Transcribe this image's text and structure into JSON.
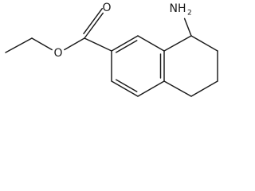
{
  "molecule": {
    "atoms": {
      "oxygen_carbonyl": {
        "symbol": "O"
      },
      "oxygen_ester": {
        "symbol": "O"
      },
      "amine": {
        "symbol": "NH",
        "subscript": "2"
      }
    },
    "colors": {
      "bond": "#1a1a1a",
      "label": "#1a1a1a",
      "background": "#ffffff"
    }
  }
}
